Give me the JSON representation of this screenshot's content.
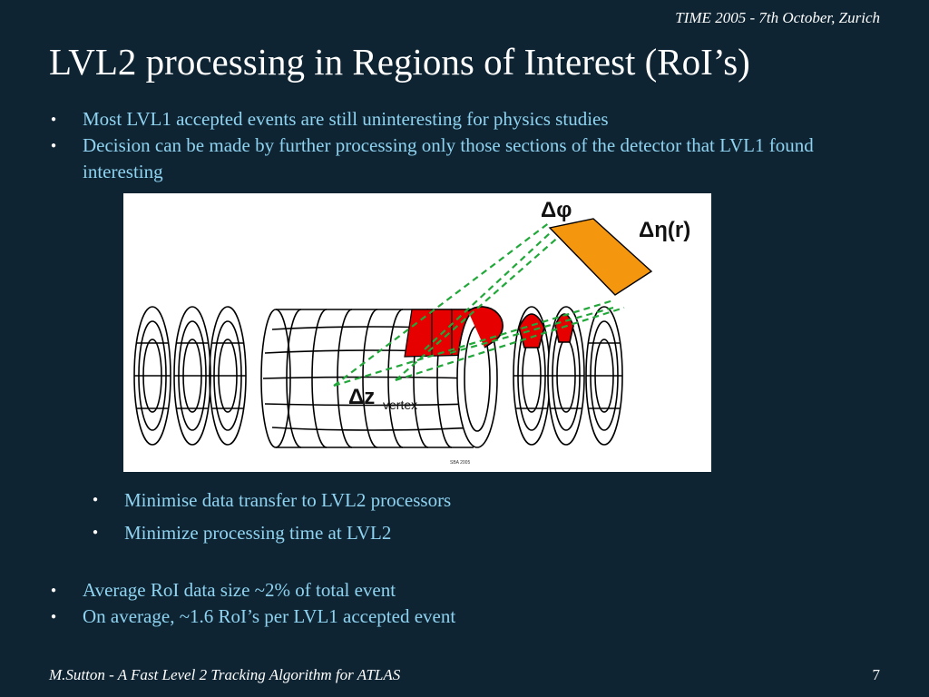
{
  "header": {
    "event": "TIME 2005 - 7th October,  Zurich"
  },
  "slide": {
    "title": "LVL2 processing in Regions of Interest (RoI’s)",
    "bullets_top": [
      "Most LVL1 accepted events are still uninteresting for physics studies",
      "Decision can be made by further processing only those sections of the detector that LVL1 found interesting"
    ],
    "figure": {
      "label_dphi": "Δφ",
      "label_deta": "Δη(r)",
      "label_dz": "Δz",
      "label_dz_sub": "vertex",
      "credit": "SBA 2005",
      "colors": {
        "roi": "#e60000",
        "calorimeter_cell": "#f5960f",
        "projection": "#22a83a"
      }
    },
    "bullets_sub": [
      "Minimise data transfer to LVL2 processors",
      "Minimize processing time at LVL2"
    ],
    "bullets_bottom": [
      "Average RoI data size ~2% of total event",
      "On average, ~1.6 RoI’s per LVL1 accepted event"
    ]
  },
  "footer": {
    "author_title": "M.Sutton - A Fast Level 2 Tracking Algorithm for ATLAS",
    "page_number": "7"
  }
}
